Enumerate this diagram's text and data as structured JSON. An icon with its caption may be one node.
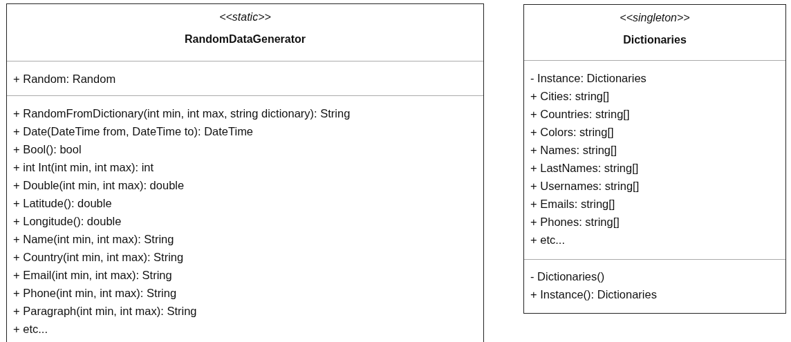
{
  "diagram": {
    "nodes": [
      {
        "text": [
          "<<static>>",
          "RandomDataGenerator"
        ]
      },
      {
        "text": [
          "+ Random: Random"
        ],
        "in": 0
      },
      {
        "text": [
          "+ RandomFromDictionary(int min, int max, string dictionary): String",
          "+ Date(DateTime from, DateTime to): DateTime",
          "+ Bool(): bool",
          "+ int Int(int min, int max): int",
          "+ Double(int min, int max): double",
          "+ Latitude(): double",
          "+ Longitude(): double",
          "+ Name(int min, int max): String",
          "+ Country(int min, int max): String",
          "+ Email(int min, int max): String",
          "+ Phone(int min, int max): String",
          "+ Paragraph(int min, int max): String",
          "+ etc..."
        ],
        "in": 0
      },
      {
        "text": [
          "<<singleton>>",
          "Dictionaries"
        ]
      },
      {
        "text": [
          "- Instance: Dictionaries",
          "+ Cities: string[]",
          "+ Countries: string[]",
          "+ Colors: string[]",
          "+ Names: string[]",
          "+ LastNames: string[]",
          "+ Usernames: string[]",
          "+ Emails: string[]",
          "+ Phones: string[]",
          "+ etc..."
        ],
        "in": 3
      },
      {
        "text": [
          "- Dictionaries()",
          "+ Instance(): Dictionaries"
        ],
        "in": 3
      }
    ]
  }
}
